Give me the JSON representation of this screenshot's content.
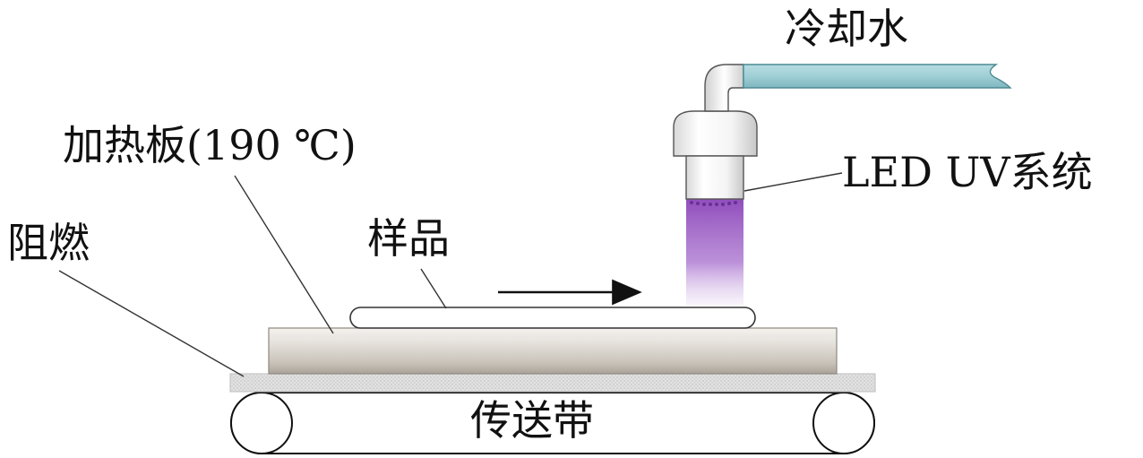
{
  "labels": {
    "cooling_water": "冷却水",
    "heating_plate": "加热板(190 ℃)",
    "led_uv_system": "LED UV系统",
    "flame_retardant": "阻燃",
    "sample": "样品",
    "conveyor_belt": "传送带"
  },
  "colors": {
    "cooling_pipe": "#9fcfd6",
    "uv_light": "#9b5cc4",
    "flame_layer": "#d9d9d9",
    "plate_shade": "#cfc9c0",
    "arrow": "#111111"
  }
}
